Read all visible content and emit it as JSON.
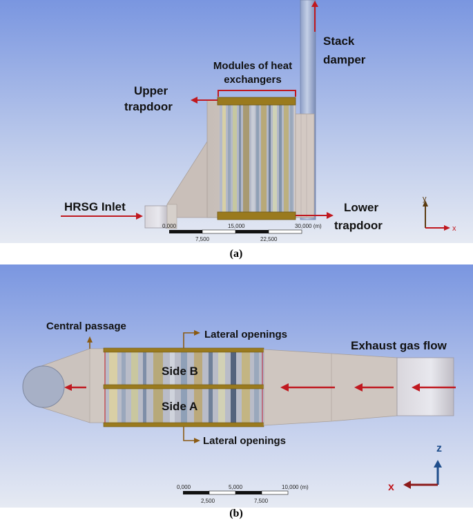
{
  "panel_a": {
    "labels": {
      "stack_damper_line1": "Stack",
      "stack_damper_line2": "damper",
      "modules_line1": "Modules of heat",
      "modules_line2": "exchangers",
      "upper_trapdoor_line1": "Upper",
      "upper_trapdoor_line2": "trapdoor",
      "hrsg_inlet": "HRSG Inlet",
      "lower_trapdoor_line1": "Lower",
      "lower_trapdoor_line2": "trapdoor"
    },
    "scale": {
      "top": [
        "0,000",
        "15,000",
        "30,000 (m)"
      ],
      "bottom": [
        "7,500",
        "22,500"
      ]
    },
    "axes": {
      "y": "y",
      "x": "x"
    },
    "caption": "(a)"
  },
  "panel_b": {
    "labels": {
      "central_passage": "Central passage",
      "lateral_top": "Lateral openings",
      "lateral_bottom": "Lateral openings",
      "exhaust": "Exhaust gas flow",
      "side_b": "Side B",
      "side_a": "Side A"
    },
    "scale": {
      "top": [
        "0,000",
        "5,000",
        "10,000 (m)"
      ],
      "bottom": [
        "2,500",
        "7,500"
      ]
    },
    "axes": {
      "z": "z",
      "x": "x"
    },
    "caption": "(b)"
  },
  "colors": {
    "flow_arrow": "#c0181f",
    "bracket_arrow": "#8a5a12",
    "module_bar": "#9a7a1e",
    "axis_blue": "#1f4e8c",
    "bg_top": "#7f9be0",
    "bg_bottom": "#dfe5f2"
  }
}
